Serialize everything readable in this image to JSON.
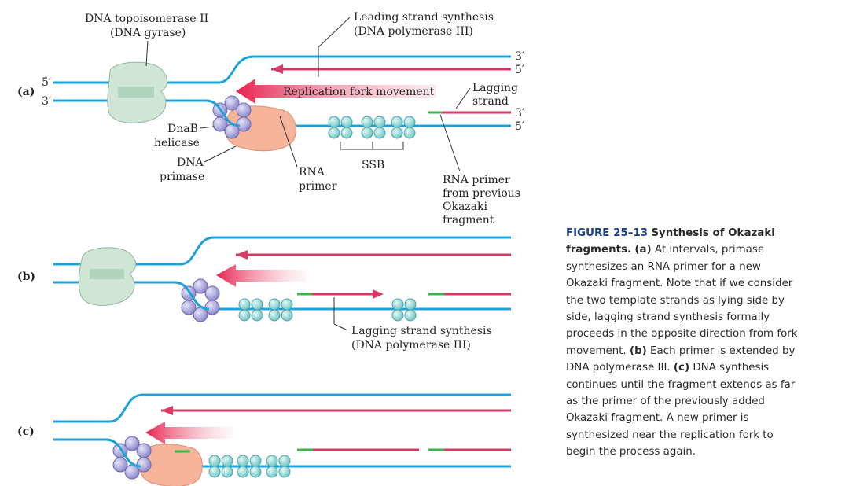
{
  "colors": {
    "dna": "#1ea2dc",
    "new_strand": "#d83a66",
    "primer": "#3cb44a",
    "topo": "#cfe6d6",
    "primase": "#f6b49b",
    "helicase": "#a9a6dc",
    "ssb": "#8fd4d4"
  },
  "labels": {
    "panel_a": "(a)",
    "panel_b": "(b)",
    "panel_c": "(c)",
    "topo_line1": "DNA topoisomerase II",
    "topo_line2": "(DNA gyrase)",
    "leading_line1": "Leading strand synthesis",
    "leading_line2": "(DNA polymerase III)",
    "fork_movement": "Replication fork movement",
    "lagging_line1": "Lagging",
    "lagging_line2": "strand",
    "helicase_line1": "DnaB",
    "helicase_line2": "helicase",
    "primase_line1": "DNA",
    "primase_line2": "primase",
    "rna_primer_line1": "RNA",
    "rna_primer_line2": "primer",
    "ssb": "SSB",
    "prev_primer_line1": "RNA primer",
    "prev_primer_line2": "from previous",
    "prev_primer_line3": "Okazaki",
    "prev_primer_line4": "fragment",
    "lagging_synth_line1": "Lagging strand synthesis",
    "lagging_synth_line2": "(DNA polymerase III)",
    "end_5_left": "5′",
    "end_3_left": "3′",
    "end_3_top": "3′",
    "end_5_top2": "5′",
    "end_3_mid": "3′",
    "end_5_bottom": "5′"
  },
  "caption": {
    "figure": "FIGURE 25–13",
    "title": "Synthesis of Okazaki fragments.",
    "a_tag": "(a)",
    "a_text": "At intervals, primase synthesizes an RNA primer for a new Okazaki fragment. Note that if we consider the two template strands as lying side by side, lagging strand synthesis formally proceeds in the opposite direction from fork movement.",
    "b_tag": "(b)",
    "b_text": "Each primer is extended by DNA polymerase III.",
    "c_tag": "(c)",
    "c_text": "DNA synthesis continues until the fragment extends as far as the primer of the previously added Okazaki fragment. A new primer is synthesized near the replication fork to begin the process again."
  }
}
